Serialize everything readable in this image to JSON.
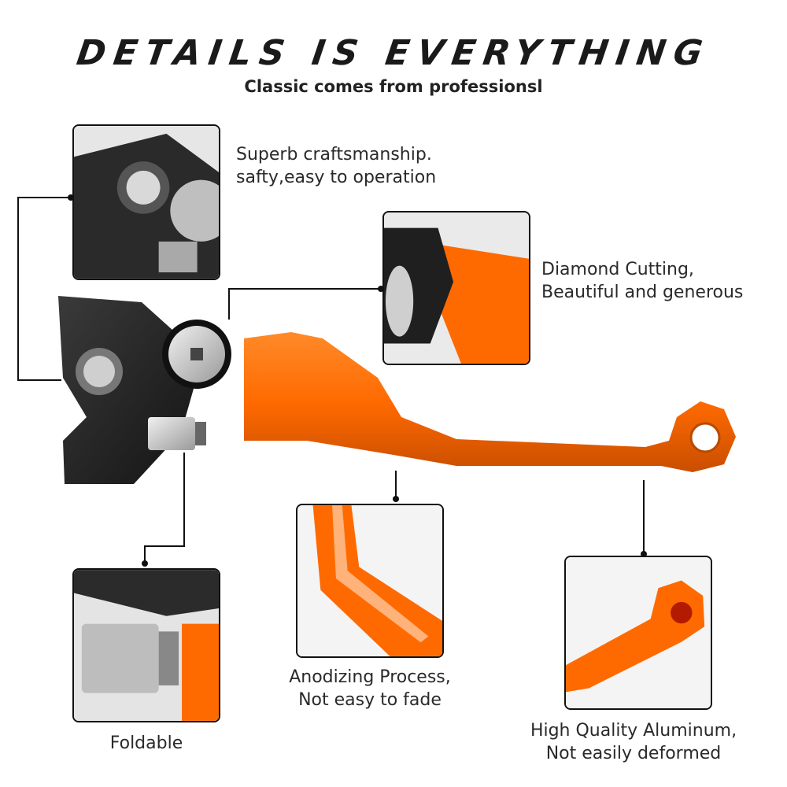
{
  "header": {
    "title": "DETAILS IS EVERYTHING",
    "subtitle": "Classic comes from professionsl"
  },
  "features": {
    "craftsmanship": {
      "line1": "Superb craftsmanship.",
      "line2": "safty,easy to operation",
      "icon": "pivot-bolt-closeup"
    },
    "diamond": {
      "line1": "Diamond Cutting,",
      "line2": "Beautiful and generous",
      "icon": "cnc-edge-closeup"
    },
    "foldable": {
      "line1": "Foldable",
      "icon": "adjuster-nut-closeup"
    },
    "anodizing": {
      "line1": "Anodizing Process,",
      "line2": "Not easy to fade",
      "icon": "lever-blade-closeup"
    },
    "aluminum": {
      "line1": "High Quality Aluminum,",
      "line2": "Not easily deformed",
      "icon": "lever-tip-closeup"
    }
  },
  "colors": {
    "lever_orange": "#ff6a00",
    "perch_black": "#1e1e1e",
    "outline": "#111111"
  }
}
